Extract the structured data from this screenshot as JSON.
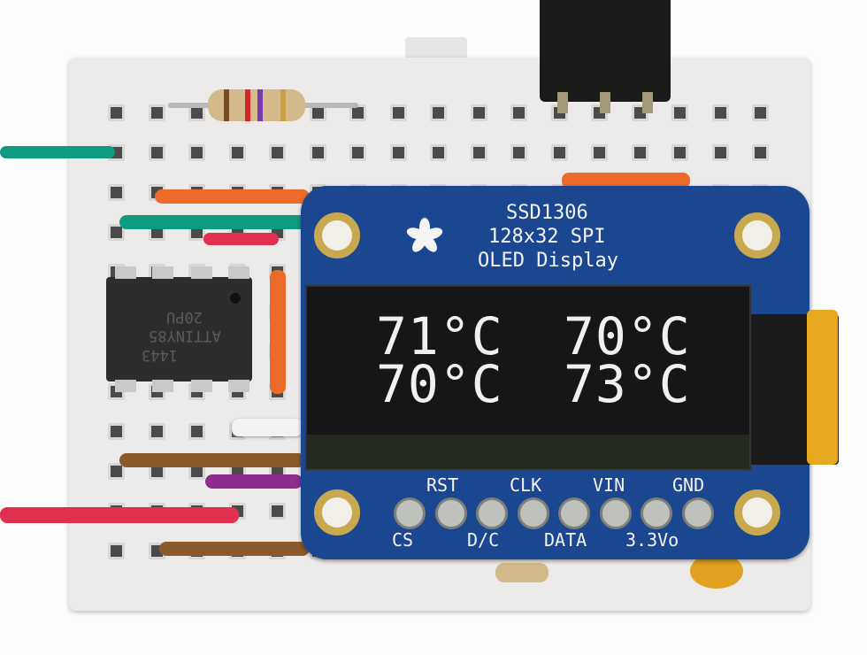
{
  "oled_board": {
    "title_lines": [
      "SSD1306",
      "128x32 SPI",
      "OLED Display"
    ],
    "top_pin_labels": [
      "RST",
      "CLK",
      "VIN",
      "GND"
    ],
    "bottom_pin_labels": [
      "CS",
      "D/C",
      "DATA",
      "3.3Vo"
    ],
    "logo": "adafruit-flower-icon",
    "color": "#1a4790"
  },
  "display": {
    "readings": [
      "71°C",
      "70°C",
      "70°C",
      "73°C"
    ]
  },
  "chip": {
    "lines": [
      "20PU",
      "ATTINY85",
      "1443"
    ]
  },
  "wire_colors": {
    "teal": "#0f9b80",
    "red": "#e0304f",
    "orange": "#ec6a2a",
    "brown": "#8a5a2c",
    "purple": "#8e2d8e",
    "white": "#f2f2f2"
  }
}
